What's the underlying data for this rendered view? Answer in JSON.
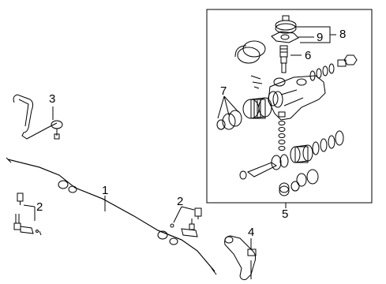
{
  "diagram": {
    "callouts": {
      "n1": "1",
      "n2_left": "2",
      "n2_right": "2",
      "n3": "3",
      "n4": "4",
      "n5": "5",
      "n6": "6",
      "n7": "7",
      "n8": "8",
      "n9": "9"
    },
    "colors": {
      "line": "#000000",
      "background": "#ffffff"
    }
  }
}
